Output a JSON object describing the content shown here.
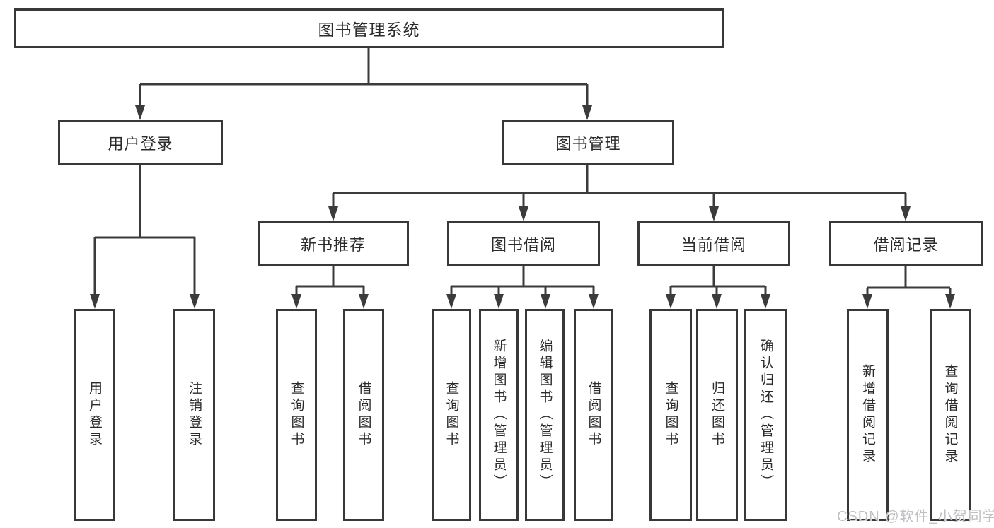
{
  "diagram": {
    "type": "tree",
    "colors": {
      "background": "#ffffff",
      "line": "#3b3b3b",
      "box_border": "#383838",
      "box_fill": "#ffffff",
      "text": "#2b2b2b",
      "watermark": "#babdc1"
    },
    "root": {
      "label": "图书管理系统"
    },
    "branches": [
      {
        "label": "用户登录",
        "children": [
          {
            "label": "用户登录"
          },
          {
            "label": "注销登录"
          }
        ]
      },
      {
        "label": "图书管理",
        "children": [
          {
            "label": "新书推荐",
            "children": [
              {
                "label": "查询图书"
              },
              {
                "label": "借阅图书"
              }
            ]
          },
          {
            "label": "图书借阅",
            "children": [
              {
                "label": "查询图书"
              },
              {
                "label": "新增图书（管理员）"
              },
              {
                "label": "编辑图书（管理员）"
              },
              {
                "label": "借阅图书"
              }
            ]
          },
          {
            "label": "当前借阅",
            "children": [
              {
                "label": "查询图书"
              },
              {
                "label": "归还图书"
              },
              {
                "label": "确认归还（管理员）"
              }
            ]
          },
          {
            "label": "借阅记录",
            "children": [
              {
                "label": "新增借阅记录"
              },
              {
                "label": "查询借阅记录"
              }
            ]
          }
        ]
      }
    ],
    "watermark": "CSDN @软件_小贺同学"
  }
}
